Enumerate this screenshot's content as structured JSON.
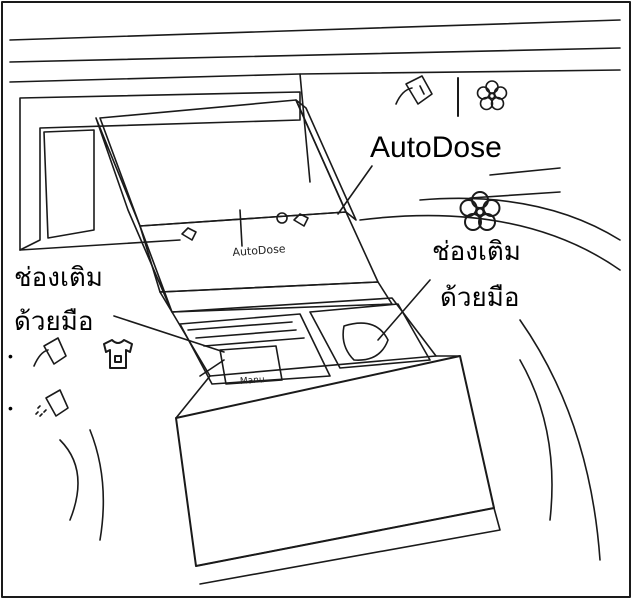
{
  "callouts": {
    "autodose_title": "AutoDose",
    "right_compartment": [
      "ช่องเติม",
      "ด้วยมือ"
    ],
    "left_compartment": [
      "ช่องเติม",
      "ด้วยมือ"
    ]
  },
  "panel": {
    "label": "AutoDose"
  },
  "tray": {
    "label": "Manu"
  },
  "icons": {
    "top": [
      "detergent-bottle-icon",
      "softener-flower-icon"
    ],
    "right": [
      "softener-flower-icon"
    ],
    "left": [
      "liquid-detergent-icon",
      "tshirt-icon",
      "powder-detergent-icon"
    ]
  },
  "colors": {
    "line": "#1a1a1a",
    "background": "#ffffff"
  }
}
